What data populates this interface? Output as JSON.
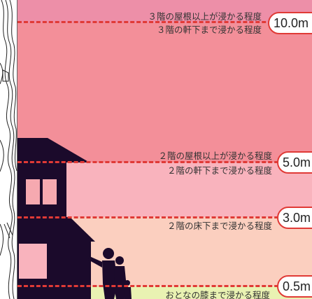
{
  "colors": {
    "band_top": "#ed8fa8",
    "band_upper": "#f38f99",
    "band_mid": "#f9b3bd",
    "band_low": "#fbcfbf",
    "band_bottom": "#e9f2b2",
    "dash": "#e03a36",
    "silhouette": "#1b0a2b",
    "window_fill": "#f6a9b0"
  },
  "levels": [
    {
      "badge": "10.0m",
      "labels": [
        "３階の屋根以上が浸かる程度",
        "３階の軒下まで浸かる程度"
      ]
    },
    {
      "badge": "5.0m",
      "labels": [
        "２階の屋根以上が浸かる程度",
        "２階の軒下まで浸かる程度"
      ]
    },
    {
      "badge": "3.0m",
      "labels": [
        "２階の床下まで浸かる程度"
      ]
    },
    {
      "badge": "0.5m",
      "labels": [
        "おとなの膝まで浸かる程度"
      ]
    }
  ],
  "map_icons": [
    "map-contour-strip"
  ]
}
